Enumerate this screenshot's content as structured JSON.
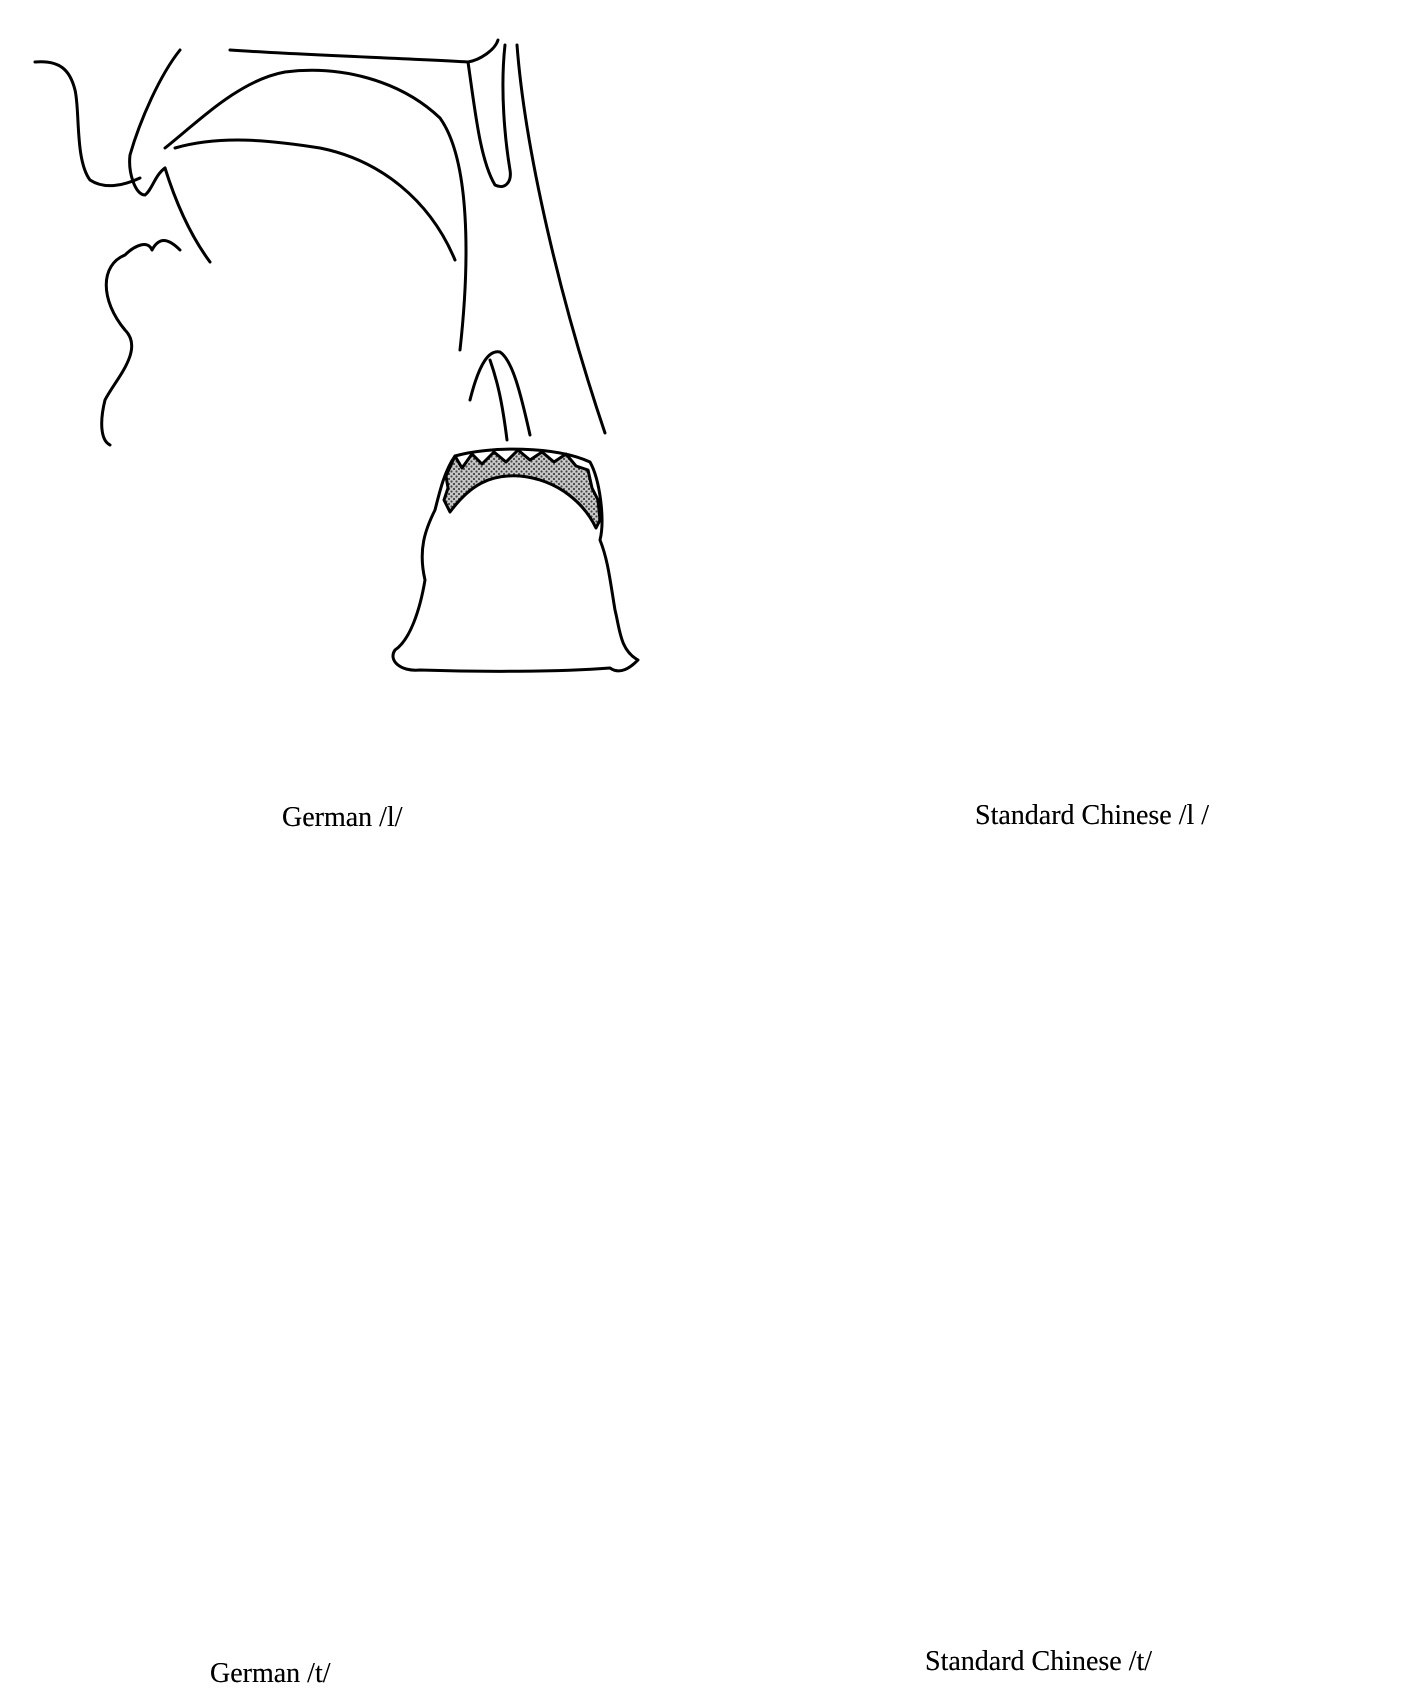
{
  "panels": [
    {
      "id": "german-l",
      "caption": "German /l/"
    },
    {
      "id": "chinese-l",
      "caption": "Standard Chinese /l /"
    },
    {
      "id": "german-t",
      "caption": "German /t/"
    },
    {
      "id": "chinese-t",
      "caption": "Standard Chinese /t/"
    }
  ],
  "colors": {
    "line": "#000000",
    "contact_fill": "#9a9a9a",
    "background": "#ffffff"
  }
}
